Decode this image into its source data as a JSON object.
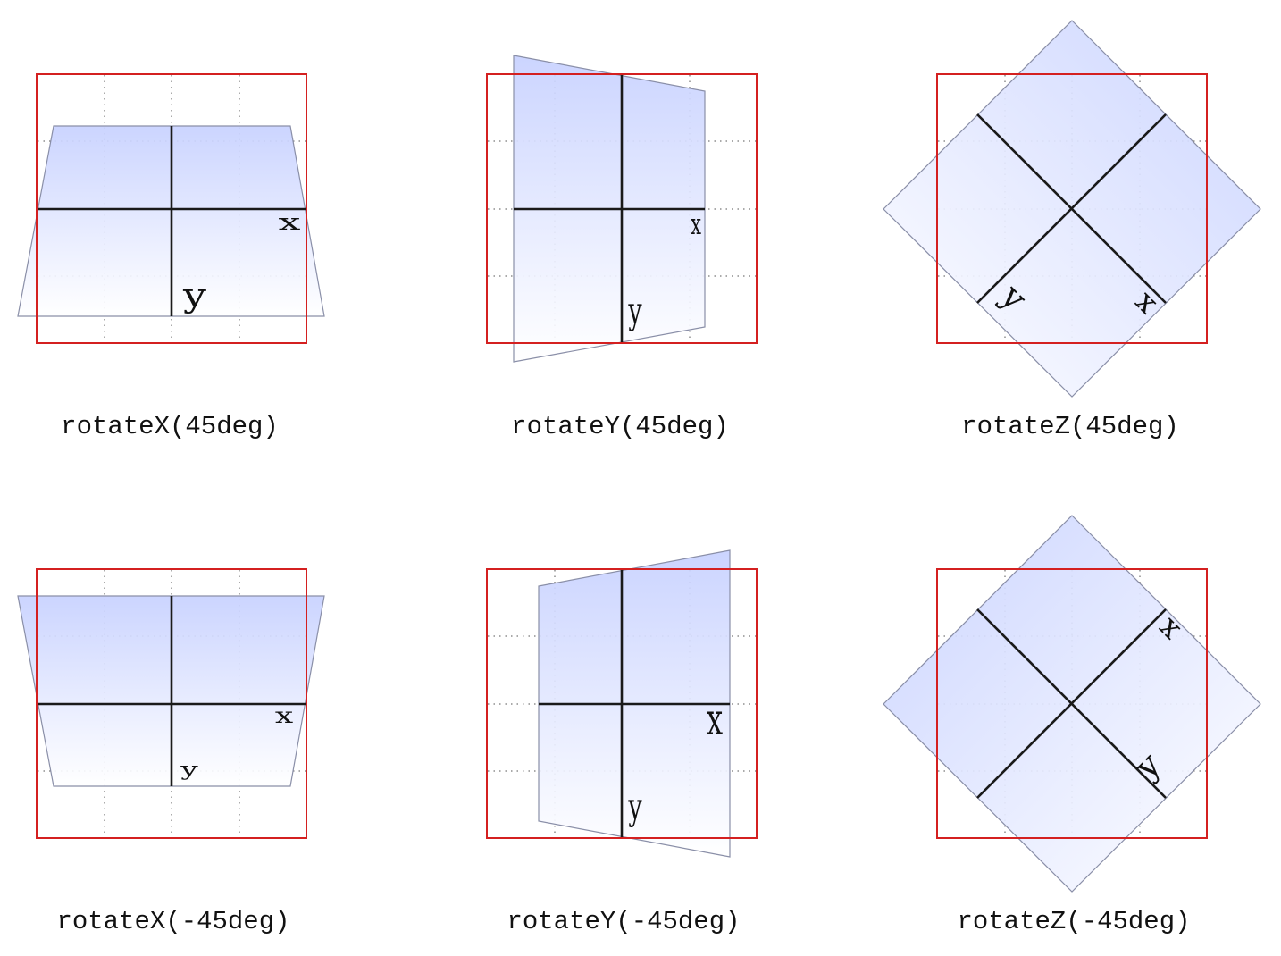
{
  "colors": {
    "frame": "#d42020",
    "grid": "#555555",
    "plane_top": "#c7d1ff",
    "plane_bottom": "#ffffff",
    "plane_edge": "#8a8fa8",
    "axis": "#1a1a1a"
  },
  "panels": [
    {
      "transform": "rotateX",
      "angle": 45,
      "caption": "rotateX(45deg)",
      "x_label": "x",
      "y_label": "y"
    },
    {
      "transform": "rotateY",
      "angle": 45,
      "caption": "rotateY(45deg)",
      "x_label": "x",
      "y_label": "y"
    },
    {
      "transform": "rotateZ",
      "angle": 45,
      "caption": "rotateZ(45deg)",
      "x_label": "x",
      "y_label": "y"
    },
    {
      "transform": "rotateX",
      "angle": -45,
      "caption": "rotateX(-45deg)",
      "x_label": "x",
      "y_label": "y"
    },
    {
      "transform": "rotateY",
      "angle": -45,
      "caption": "rotateY(-45deg)",
      "x_label": "x",
      "y_label": "y"
    },
    {
      "transform": "rotateZ",
      "angle": -45,
      "caption": "rotateZ(-45deg)",
      "x_label": "x",
      "y_label": "y"
    }
  ]
}
